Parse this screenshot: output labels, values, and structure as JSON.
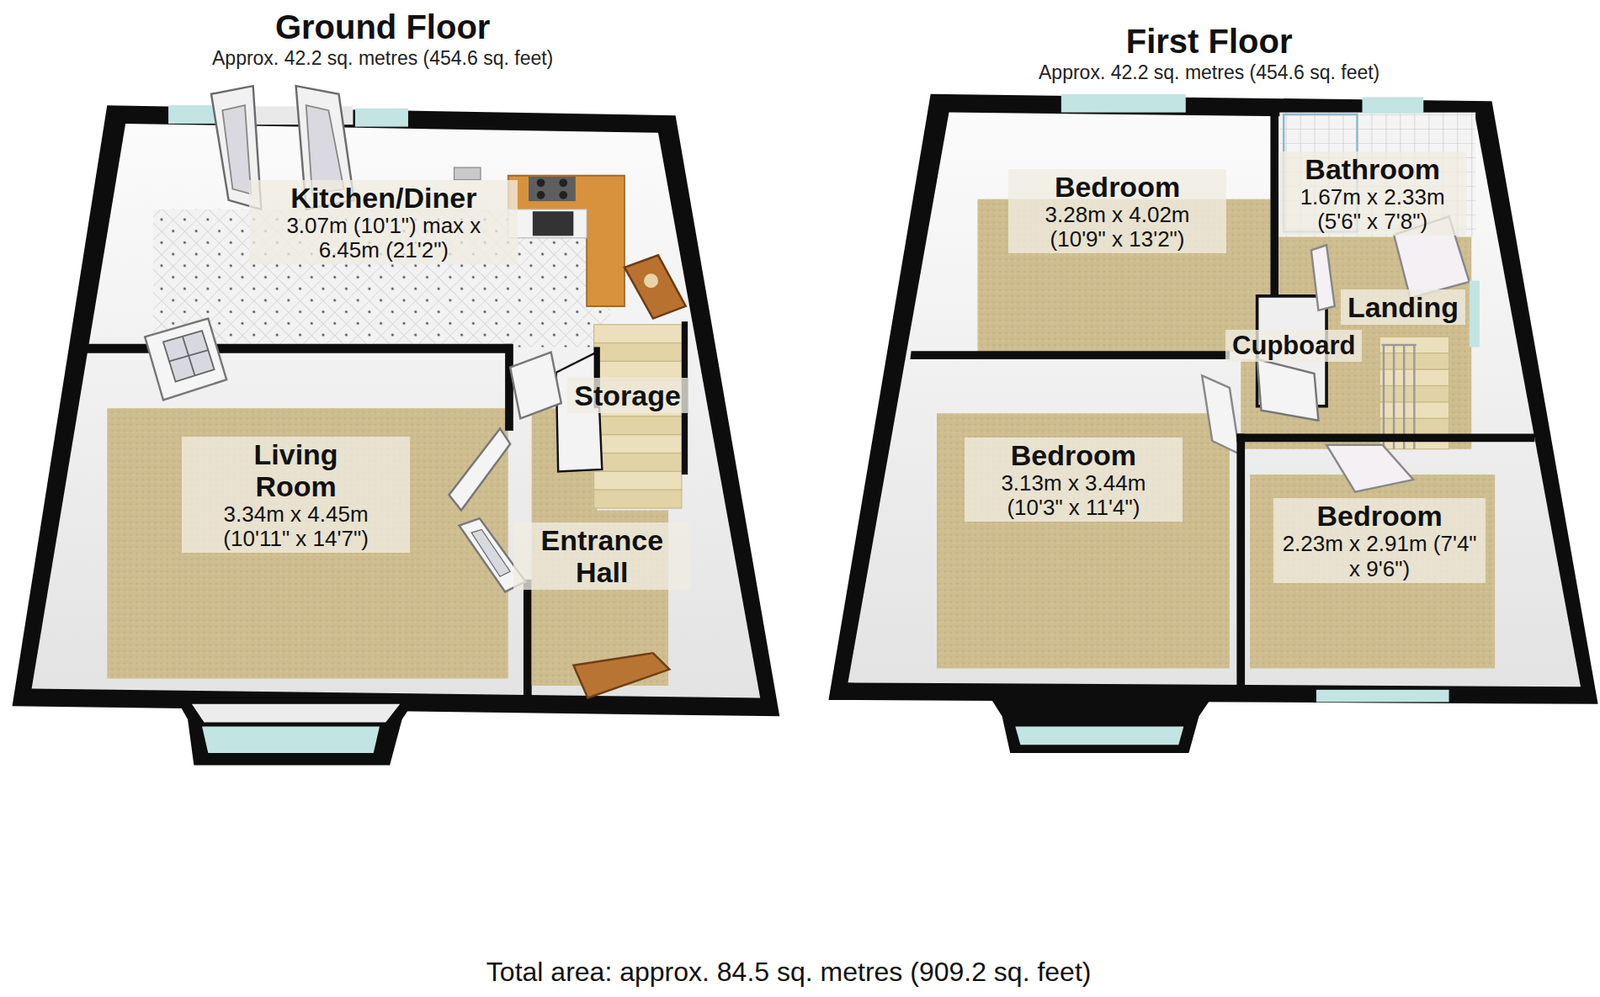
{
  "diagram": {
    "caption": "Total area: approx. 84.5 sq. metres (909.2 sq. feet)",
    "nodes": [
      {
        "text": [
          "Ground Floor",
          "Approx. 42.2 sq. metres (454.6 sq. feet)"
        ]
      },
      {
        "text": [
          "Kitchen/Diner",
          "3.07m (10'1\") max x 6.45m (21'2\")"
        ],
        "in": 0
      },
      {
        "text": [
          "Living Room",
          "3.34m x 4.45m (10'11\" x 14'7\")"
        ],
        "in": 0
      },
      {
        "text": [
          "Storage"
        ],
        "in": 0
      },
      {
        "text": [
          "Entrance Hall"
        ],
        "in": 0
      },
      {
        "text": [
          "First Floor",
          "Approx. 42.2 sq. metres (454.6 sq. feet)"
        ]
      },
      {
        "text": [
          "Bedroom",
          "3.28m x 4.02m (10'9\" x 13'2\")"
        ],
        "in": 5
      },
      {
        "text": [
          "Bathroom",
          "1.67m x 2.33m (5'6\" x 7'8\")"
        ],
        "in": 5
      },
      {
        "text": [
          "Landing"
        ],
        "in": 5
      },
      {
        "text": [
          "Cupboard"
        ],
        "in": 5
      },
      {
        "text": [
          "Bedroom",
          "3.13m x 3.44m (10'3\" x 11'4\")"
        ],
        "in": 5
      },
      {
        "text": [
          "Bedroom",
          "2.23m x 2.91m (7'4\" x 9'6\")"
        ],
        "in": 5
      }
    ]
  }
}
